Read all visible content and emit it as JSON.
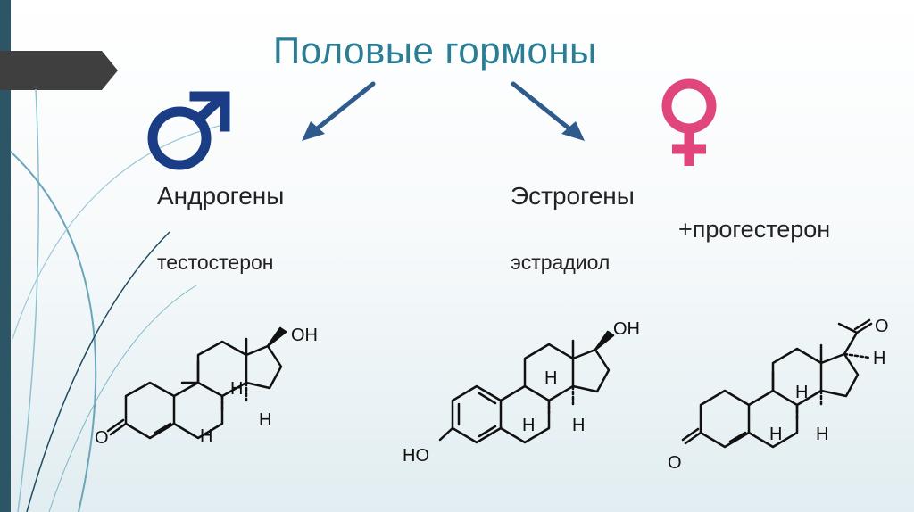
{
  "slide": {
    "title": "Половые гормоны",
    "male": {
      "symbol": "mars-icon",
      "symbol_color": "#1b3d85",
      "group": "Андрогены",
      "hormone": "тестостерон"
    },
    "female": {
      "symbol": "venus-icon",
      "symbol_color": "#e0457b",
      "group": "Эстрогены",
      "extra": "+прогестерон",
      "hormone": "эстрадиол"
    },
    "arrow_color": "#2f5a8c",
    "labels": {
      "oh": "OH",
      "h": "H",
      "o": "O",
      "ho": "HO"
    }
  }
}
